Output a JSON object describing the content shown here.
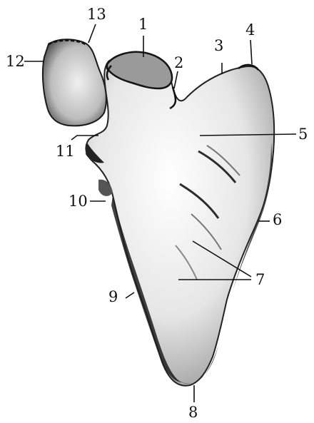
{
  "labels": [
    {
      "id": "n1",
      "text": "1"
    },
    {
      "id": "n2",
      "text": "2"
    },
    {
      "id": "n3",
      "text": "3"
    },
    {
      "id": "n4",
      "text": "4"
    },
    {
      "id": "n5",
      "text": "5"
    },
    {
      "id": "n6",
      "text": "6"
    },
    {
      "id": "n7",
      "text": "7"
    },
    {
      "id": "n8",
      "text": "8"
    },
    {
      "id": "n9",
      "text": "9"
    },
    {
      "id": "n10",
      "text": "10"
    },
    {
      "id": "n11",
      "text": "11"
    },
    {
      "id": "n12",
      "text": "12"
    },
    {
      "id": "n13",
      "text": "13"
    }
  ],
  "colors": {
    "ink": "#111111",
    "bone_light": "#f4f4f4",
    "bone_mid": "#c8c8c8",
    "bone_dark": "#3a3a3a"
  }
}
